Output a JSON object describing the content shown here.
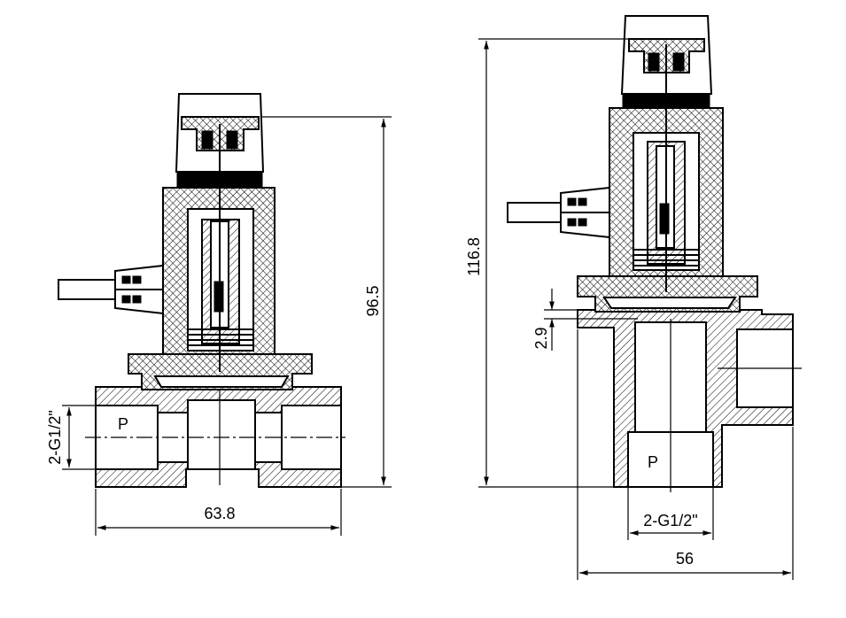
{
  "left_view": {
    "dim_width": "63.8",
    "dim_height": "96.5",
    "dim_thread": "2-G1/2\"",
    "port_label": "P"
  },
  "right_view": {
    "dim_width": "56",
    "dim_height": "116.8",
    "dim_gap": "2.9",
    "dim_thread": "2-G1/2\"",
    "port_label": "P"
  },
  "colors": {
    "line": "#000000",
    "background": "#ffffff"
  }
}
